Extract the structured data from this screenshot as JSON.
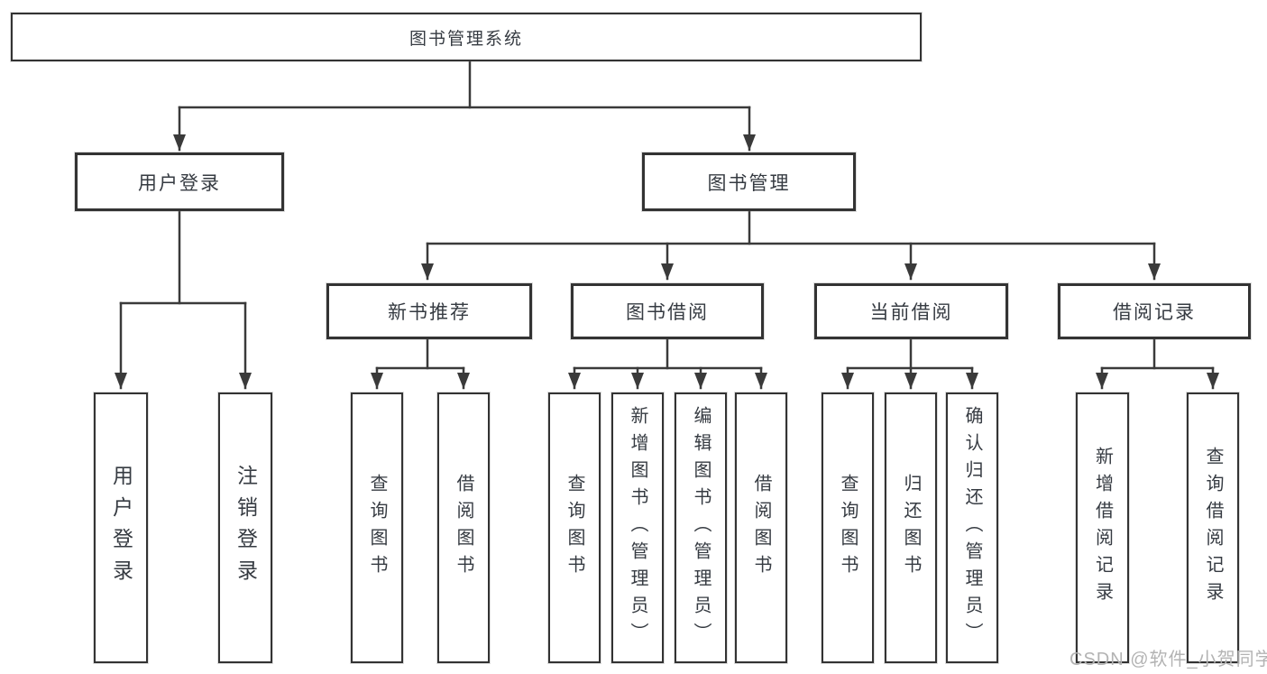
{
  "diagram": {
    "watermark": "CSDN @软件_小贺同学",
    "colors": {
      "background": "#ffffff",
      "line": "#3a3a3a",
      "box_border": "#333333",
      "text": "#363b42",
      "watermark": "#b3b3b3"
    },
    "tree": {
      "label": "图书管理系统",
      "children": [
        {
          "label": "用户登录",
          "children": [
            {
              "label": "用户登录"
            },
            {
              "label": "注销登录"
            }
          ]
        },
        {
          "label": "图书管理",
          "children": [
            {
              "label": "新书推荐",
              "children": [
                {
                  "label": "查询图书"
                },
                {
                  "label": "借阅图书"
                }
              ]
            },
            {
              "label": "图书借阅",
              "children": [
                {
                  "label": "查询图书"
                },
                {
                  "label": "新增图书（管理员）"
                },
                {
                  "label": "编辑图书（管理员）"
                },
                {
                  "label": "借阅图书"
                }
              ]
            },
            {
              "label": "当前借阅",
              "children": [
                {
                  "label": "查询图书"
                },
                {
                  "label": "归还图书"
                },
                {
                  "label": "确认归还（管理员）"
                }
              ]
            },
            {
              "label": "借阅记录",
              "children": [
                {
                  "label": "新增借阅记录"
                },
                {
                  "label": "查询借阅记录"
                }
              ]
            }
          ]
        }
      ]
    }
  }
}
